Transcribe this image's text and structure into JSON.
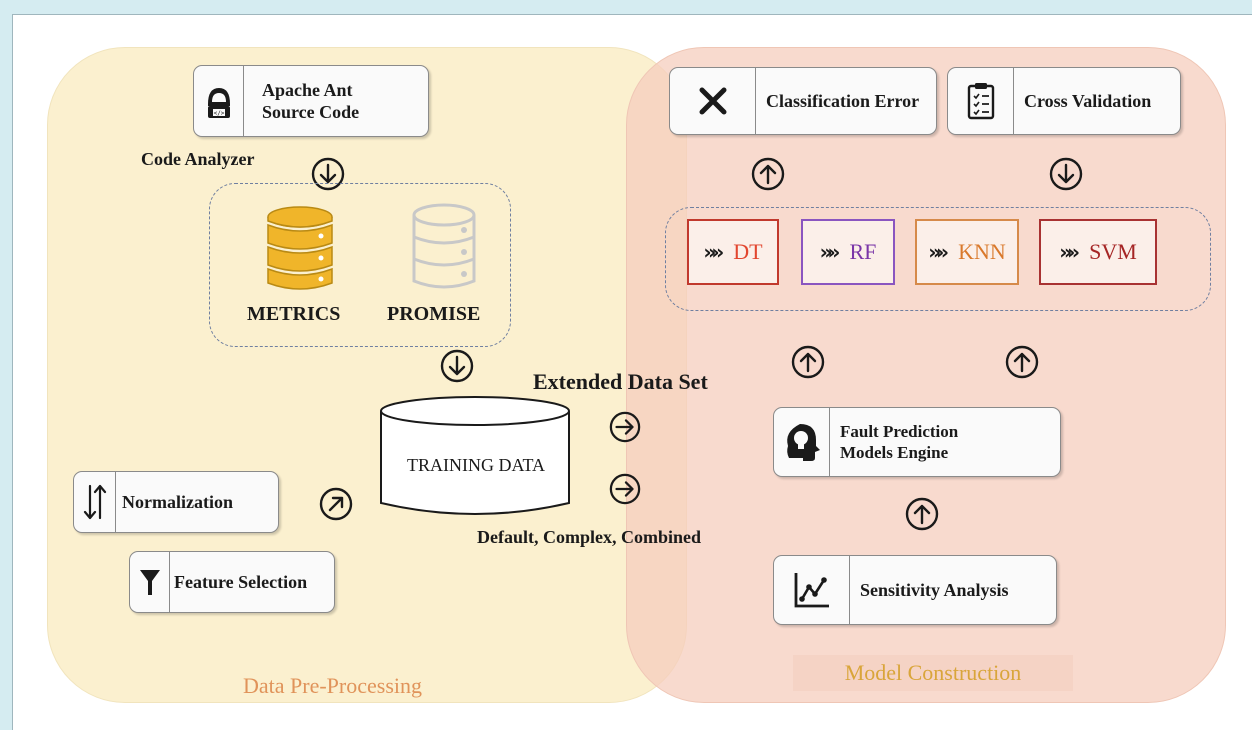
{
  "preprocessing": {
    "title": "Data Pre-Processing",
    "source_box": "Apache Ant\nSource Code",
    "code_analyzer": "Code Analyzer",
    "db_metrics": "METRICS",
    "db_promise": "PROMISE",
    "training_data": "TRAINING DATA",
    "normalization": "Normalization",
    "feature_selection": "Feature Selection"
  },
  "flow": {
    "extended_data_set": "Extended Data Set",
    "dataset_kinds": "Default, Complex, Combined"
  },
  "construction": {
    "title": "Model Construction",
    "classification_error": "Classification Error",
    "cross_validation": "Cross Validation",
    "models": [
      {
        "label": "DT",
        "color": "#e2462f",
        "border": "#c1392d"
      },
      {
        "label": "RF",
        "color": "#7a35a8",
        "border": "#8a55c0"
      },
      {
        "label": "KNN",
        "color": "#d9792c",
        "border": "#d68a4a"
      },
      {
        "label": "SVM",
        "color": "#a52525",
        "border": "#a83232"
      }
    ],
    "engine": "Fault Prediction\nModels Engine",
    "sensitivity": "Sensitivity Analysis"
  },
  "colors": {
    "left_panel": "#fbf0cf",
    "right_panel": "#f5cdbe",
    "db_gold": "#f0b52a",
    "left_title": "#e0935a",
    "right_title": "#d9a53a"
  },
  "icons": [
    "user-code-icon",
    "database-icon",
    "arrow-down-circle-icon",
    "arrow-up-circle-icon",
    "arrow-right-circle-icon",
    "arrow-diagonal-circle-icon",
    "sort-arrows-icon",
    "filter-icon",
    "close-x-icon",
    "clipboard-icon",
    "head-bulb-icon",
    "chart-line-icon",
    "chevrons-right-icon"
  ]
}
